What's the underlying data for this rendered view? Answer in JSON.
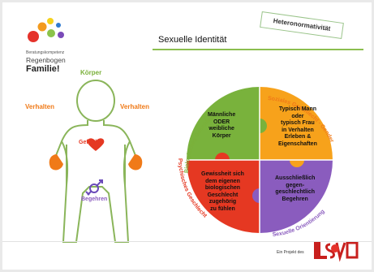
{
  "logo": {
    "line_small": "Beratungskompetenz",
    "line_mid": "Regenbogen",
    "line_big": "Familie!"
  },
  "title": "Sexuelle Identität",
  "stamp": "Heteronormativität",
  "figure": {
    "koerper": "Körper",
    "verhalten_left": "Verhalten",
    "verhalten_right": "Verhalten",
    "gefuehl": "Gefühl",
    "begehren": "Begehren"
  },
  "puzzle": {
    "green_arc": "Biologisches Geschlecht",
    "orange_arc": "Soziales Geschlecht - Gender",
    "red_arc": "Psychisches Geschlecht",
    "purple_arc": "Sexuelle Orientierung",
    "green_text": [
      "Männliche",
      "ODER",
      "weibliche",
      "Körper"
    ],
    "orange_text": [
      "Typisch Mann",
      "oder",
      "typisch Frau",
      "in Verhalten",
      "Erleben &",
      "Eigenschaften"
    ],
    "red_text": [
      "Gewissheit sich",
      "dem eigenen",
      "biologischen",
      "Geschlecht",
      "zugehörig",
      "zu fühlen"
    ],
    "purple_text": [
      "Ausschließlich",
      "gegen-",
      "geschlechtlich",
      "Begehren"
    ]
  },
  "footer": "Ein Projekt des",
  "colors": {
    "green": "#7ab03a",
    "orange": "#f7a21b",
    "red": "#e53822",
    "purple": "#8a5cbe"
  }
}
